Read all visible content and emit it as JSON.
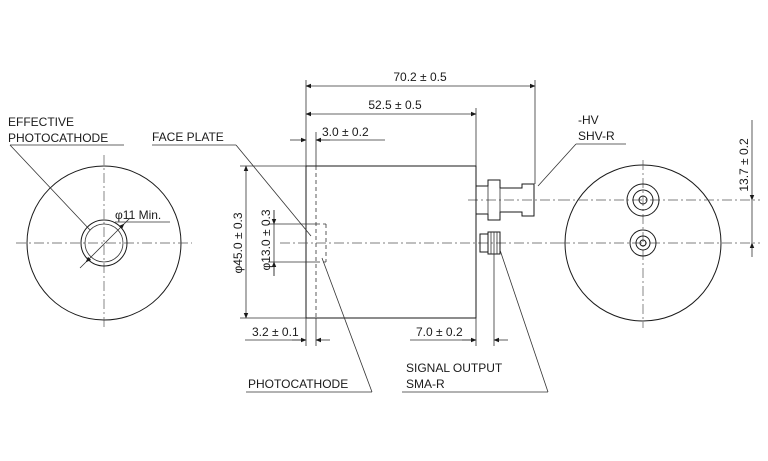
{
  "labels": {
    "effective_1": "EFFECTIVE",
    "effective_2": "PHOTOCATHODE",
    "face_plate": "FACE PLATE",
    "photocathode": "PHOTOCATHODE",
    "hv_1": "-HV",
    "hv_2": "SHV-R",
    "signal_1": "SIGNAL OUTPUT",
    "signal_2": "SMA-R"
  },
  "dimensions": {
    "overall_length": "70.2 ± 0.5",
    "body_length": "52.5 ± 0.5",
    "face_plate_thickness": "3.0 ± 0.2",
    "diameter": "φ45.0 ± 0.3",
    "window_diameter": "φ13.0 ± 0.3",
    "photocathode_offset": "3.2 ± 0.1",
    "signal_offset": "7.0 ± 0.2",
    "hv_offset": "13.7 ± 0.2",
    "effective_diameter": "φ11 Min."
  },
  "colors": {
    "line": "#1a1a1a",
    "background": "#ffffff"
  }
}
